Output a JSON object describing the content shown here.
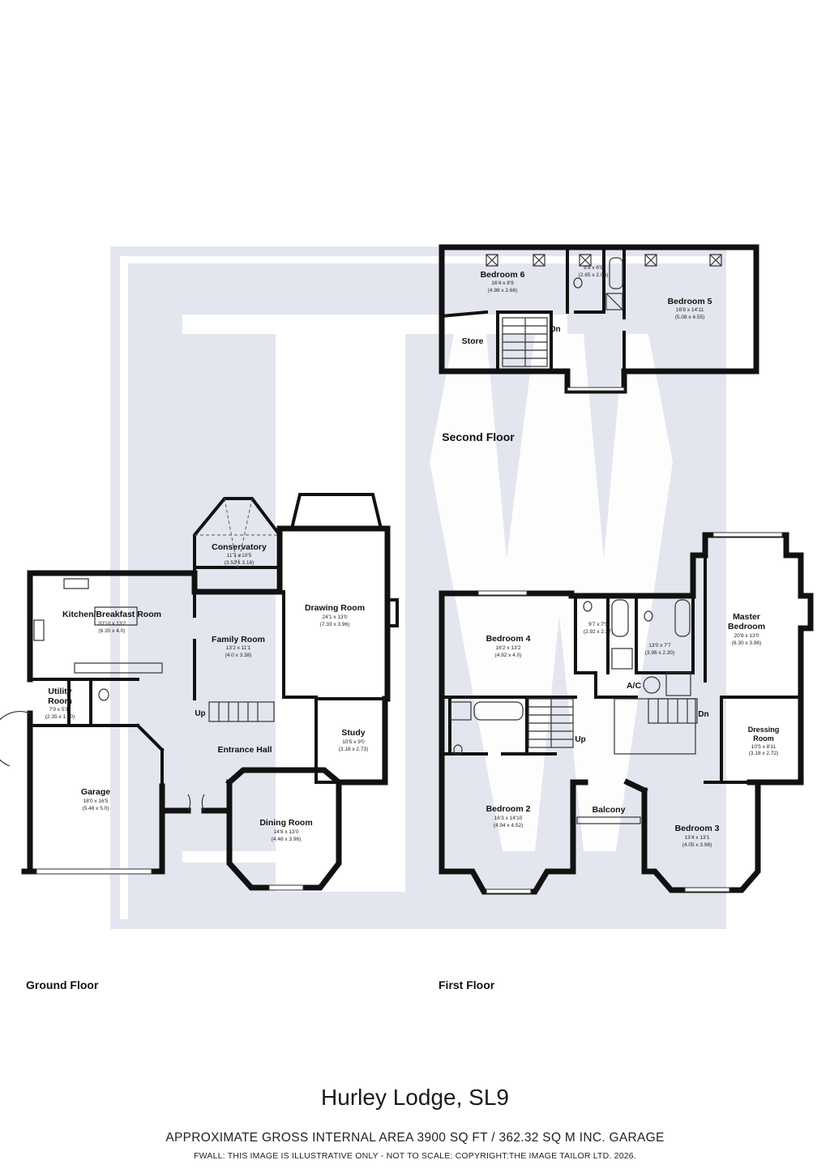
{
  "property": {
    "title": "Hurley Lodge, SL9",
    "area_text": "APPROXIMATE GROSS INTERNAL AREA 3900 SQ FT / 362.32 SQ M INC. GARAGE",
    "disclaimer": "FWALL: THIS IMAGE IS ILLUSTRATIVE ONLY - NOT TO SCALE: COPYRIGHT:THE IMAGE TAILOR LTD. 2026."
  },
  "watermark": {
    "color": "#e3e6ee"
  },
  "floors": {
    "ground": "Ground Floor",
    "first": "First Floor",
    "second": "Second Floor"
  },
  "rooms": {
    "bedroom6": {
      "name": "Bedroom 6",
      "dims": "16'4 x 8'9",
      "metric": "(4.98 x 2.66)"
    },
    "sf_bath": {
      "dims": "8'8 x 6'9",
      "metric": "(2.65 x 2.06)"
    },
    "bedroom5": {
      "name": "Bedroom 5",
      "dims": "16'8 x 14'11",
      "metric": "(5.08 x 4.55)"
    },
    "store": {
      "name": "Store"
    },
    "conservatory": {
      "name": "Conservatory",
      "dims": "11'7 x 10'5",
      "metric": "(3.52 x 3.18)"
    },
    "kitchen": {
      "name": "Kitchen/Breakfast Room",
      "dims": "20'10 x 13'2",
      "metric": "(6.35 x 4.0)"
    },
    "family": {
      "name": "Family Room",
      "dims": "13'2 x 11'1",
      "metric": "(4.0 x 3.38)"
    },
    "drawing": {
      "name": "Drawing Room",
      "dims": "24'1 x 13'0",
      "metric": "(7.33 x 3.96)"
    },
    "utility": {
      "name": "Utility",
      "name2": "Room",
      "dims": "7'9 x 5'11",
      "metric": "(2.35 x 1.80)"
    },
    "entrance": {
      "name": "Entrance Hall"
    },
    "study": {
      "name": "Study",
      "dims": "10'5 x 9'0",
      "metric": "(3.18 x 2.73)"
    },
    "garage": {
      "name": "Garage",
      "dims": "18'0 x 16'5",
      "metric": "(5.48 x 5.0)"
    },
    "dining": {
      "name": "Dining Room",
      "dims": "14'8 x 13'0",
      "metric": "(4.48 x 3.96)"
    },
    "bedroom4": {
      "name": "Bedroom 4",
      "dims": "16'2 x 13'2",
      "metric": "(4.92 x 4.0)"
    },
    "ff_bath1": {
      "dims": "9'7 x 7'5",
      "metric": "(2.92 x 2.27)"
    },
    "ff_bath2": {
      "dims": "13'0 x 7'7",
      "metric": "(3.96 x 2.30)"
    },
    "master": {
      "name": "Master",
      "name2": "Bedroom",
      "dims": "20'8 x 13'0",
      "metric": "(6.30 x 3.96)"
    },
    "ac": {
      "name": "A/C"
    },
    "dressing": {
      "name": "Dressing",
      "name2": "Room",
      "dims": "10'5 x 8'11",
      "metric": "(3.18 x 2.72)"
    },
    "bedroom2": {
      "name": "Bedroom 2",
      "dims": "16'3 x 14'10",
      "metric": "(4.94 x 4.52)"
    },
    "balcony": {
      "name": "Balcony"
    },
    "bedroom3": {
      "name": "Bedroom 3",
      "dims": "13'4 x 13'1",
      "metric": "(4.05 x 3.98)"
    }
  },
  "stairs": {
    "sf_down": "Dn",
    "gf_up": "Up",
    "ff_up": "Up",
    "ff_down": "Dn"
  }
}
